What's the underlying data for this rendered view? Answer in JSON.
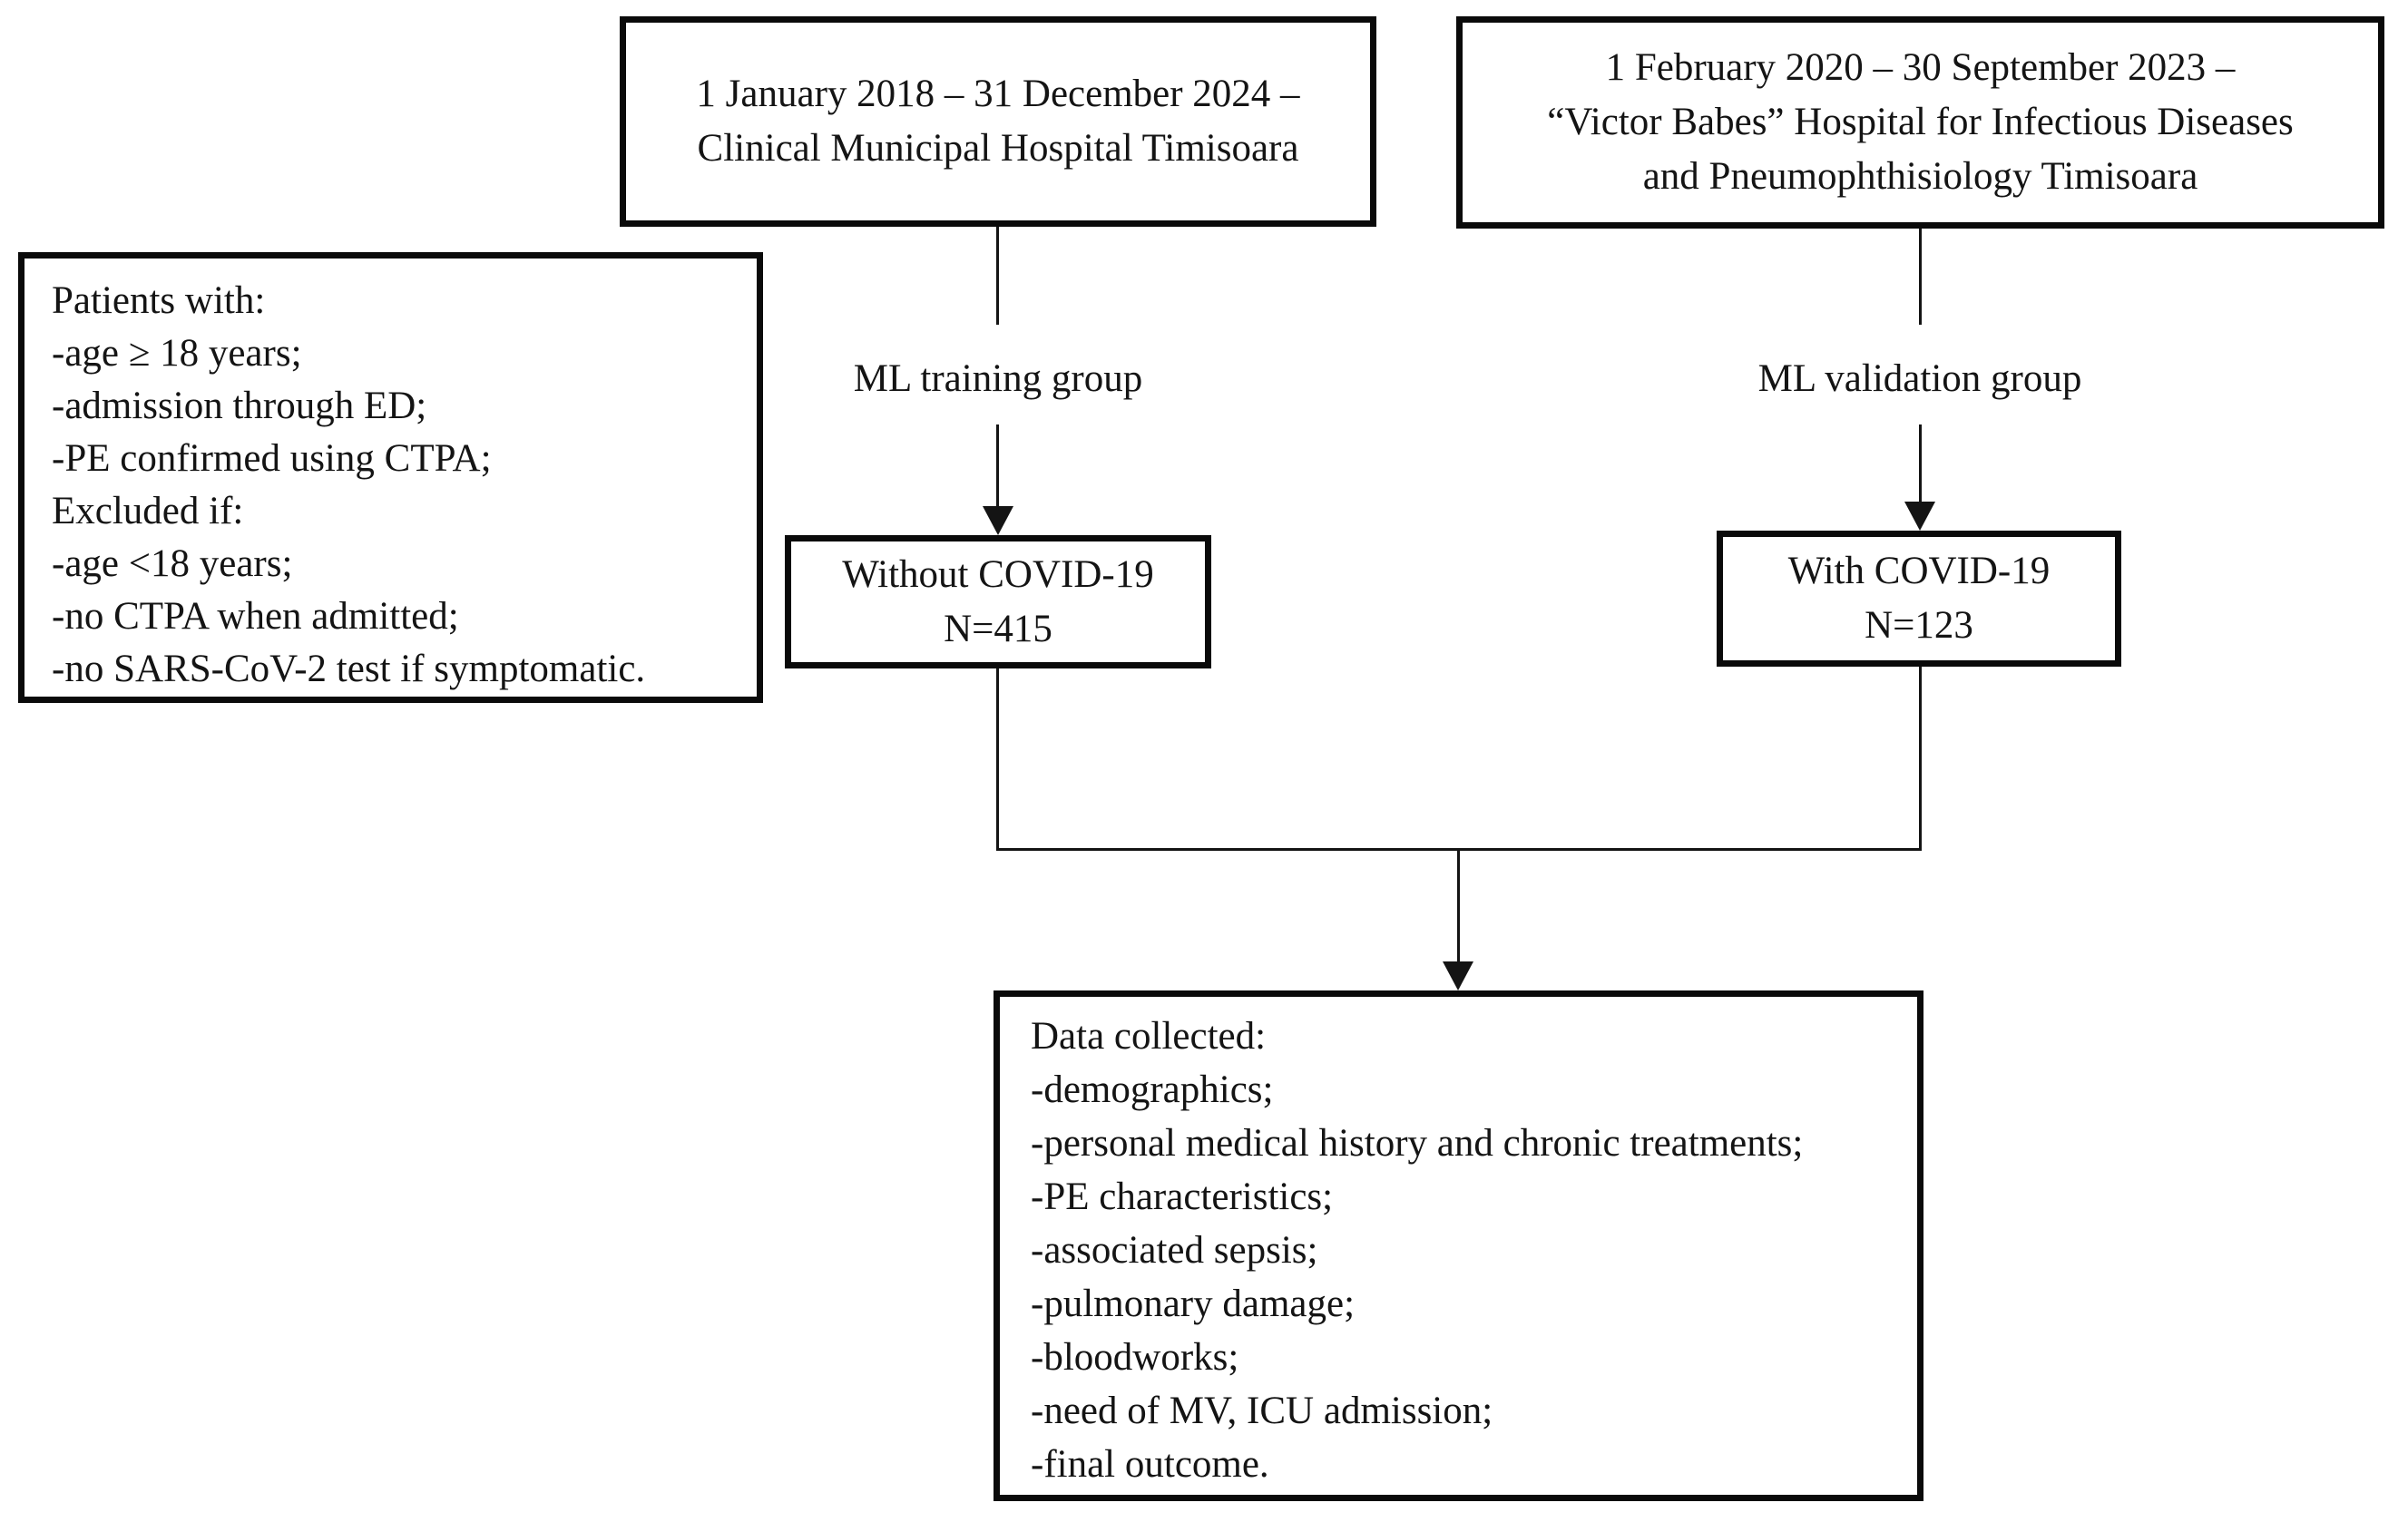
{
  "figure": {
    "type": "flowchart",
    "colors": {
      "ink": "#141414",
      "box_border": "#0a0a0a",
      "background": "#ffffff"
    },
    "nodes": {
      "site_a": {
        "lines": [
          "1 January 2018 – 31 December 2024 –",
          "Clinical Municipal Hospital Timisoara"
        ]
      },
      "site_b": {
        "lines": [
          "1 February 2020 – 30 September 2023 –",
          "“Victor Babes” Hospital for Infectious Diseases",
          "and Pneumophthisiology Timisoara"
        ]
      },
      "criteria": {
        "lines": [
          "Patients with:",
          "-age ≥ 18 years;",
          "-admission through ED;",
          "-PE confirmed using CTPA;",
          "Excluded if:",
          "-age <18 years;",
          "-no CTPA when admitted;",
          "-no SARS-CoV-2 test if symptomatic."
        ]
      },
      "train_group": {
        "lines": [
          "Without COVID-19",
          "N=415"
        ]
      },
      "valid_group": {
        "lines": [
          "With COVID-19",
          "N=123"
        ]
      },
      "data_collected": {
        "lines": [
          "Data collected:",
          "-demographics;",
          "-personal medical history and chronic treatments;",
          "-PE characteristics;",
          "-associated sepsis;",
          "-pulmonary damage;",
          "-bloodworks;",
          "-need of MV, ICU admission;",
          "-final outcome."
        ]
      }
    },
    "edge_labels": {
      "train": "ML training group",
      "valid": "ML validation group"
    }
  }
}
